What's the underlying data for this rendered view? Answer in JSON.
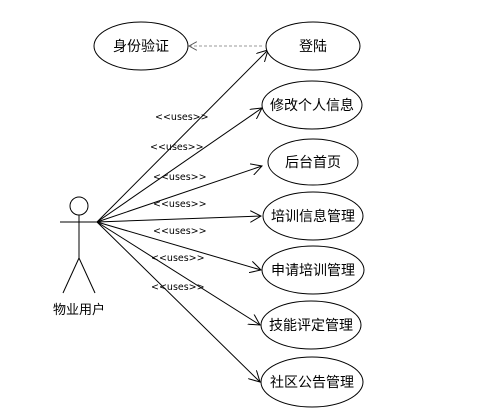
{
  "actor": {
    "name": "物业用户"
  },
  "use_cases": [
    {
      "id": "login",
      "label": "登陆"
    },
    {
      "id": "edit-profile",
      "label": "修改个人信息"
    },
    {
      "id": "admin-home",
      "label": "后台首页"
    },
    {
      "id": "training-info",
      "label": "培训信息管理"
    },
    {
      "id": "training-apply",
      "label": "申请培训管理"
    },
    {
      "id": "skill-assessment",
      "label": "技能评定管理"
    },
    {
      "id": "community-notice",
      "label": "社区公告管理"
    }
  ],
  "included_use_case": {
    "label": "身份验证"
  },
  "relationship_label": "<<uses>>",
  "colors": {
    "line": "#000000",
    "dashed_line": "#999999",
    "background": "#ffffff"
  }
}
